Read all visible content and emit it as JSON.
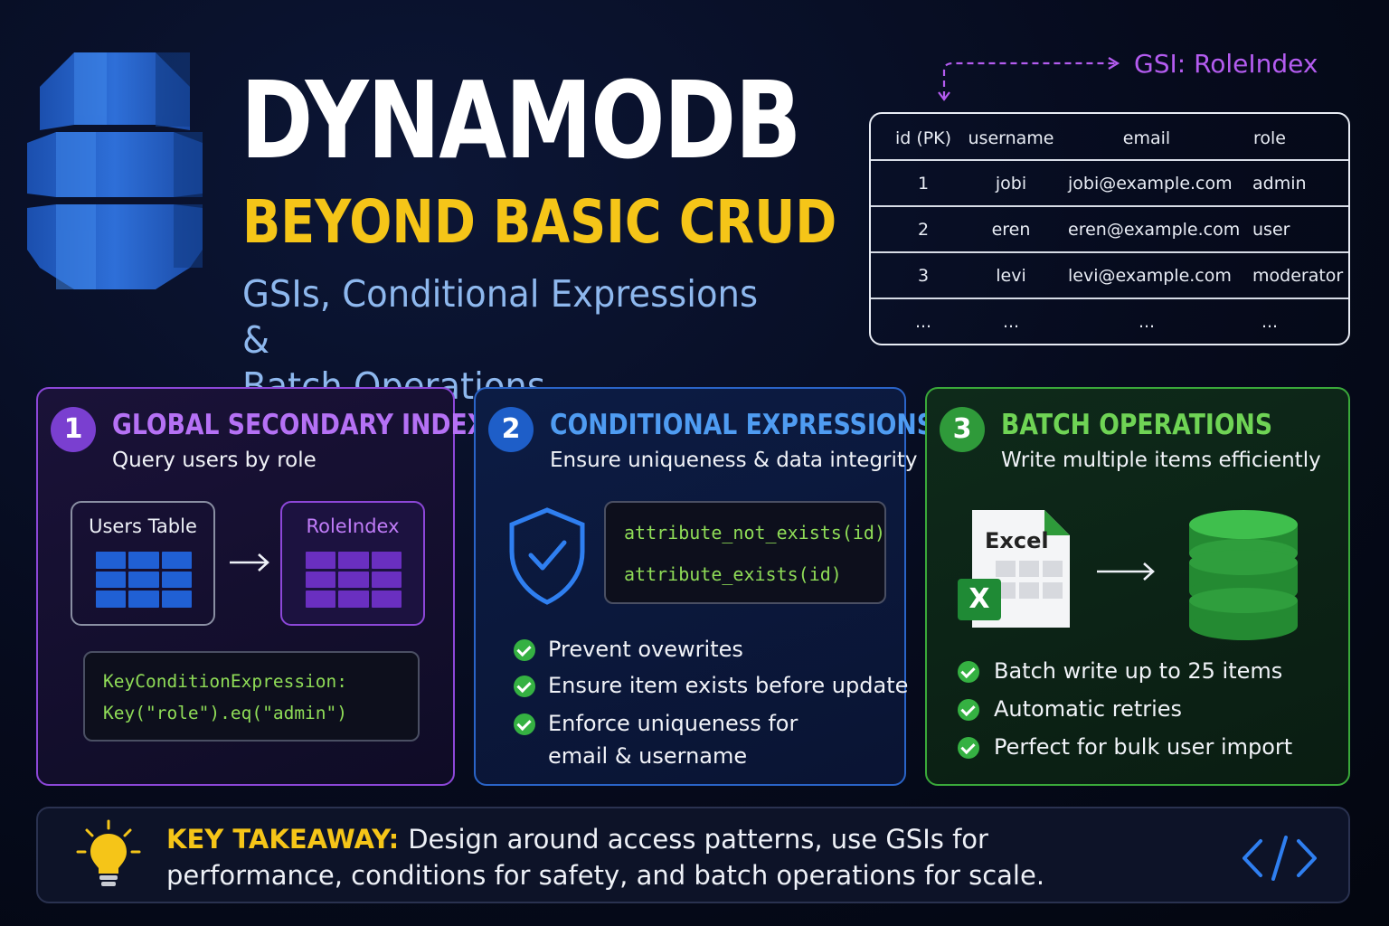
{
  "header": {
    "title": "DYNAMODB",
    "subtitle": "BEYOND BASIC CRUD",
    "tagline_line1": "GSIs, Conditional Expressions &",
    "tagline_line2": "Batch Operations",
    "logo_icon": "dynamodb-logo-icon"
  },
  "gsi_table": {
    "label": "GSI: RoleIndex",
    "headers": [
      "id (PK)",
      "username",
      "email",
      "role"
    ],
    "rows": [
      [
        "1",
        "jobi",
        "jobi@example.com",
        "admin"
      ],
      [
        "2",
        "eren",
        "eren@example.com",
        "user"
      ],
      [
        "3",
        "levi",
        "levi@example.com",
        "moderator"
      ],
      [
        "...",
        "...",
        "...",
        "..."
      ]
    ]
  },
  "panels": {
    "gsi": {
      "number": "1",
      "title": "GLOBAL SECONDARY INDEX",
      "subtitle": "Query users by role",
      "source_label": "Users Table",
      "target_label": "RoleIndex",
      "code_line1": "KeyConditionExpression:",
      "code_line2": "Key(\"role\").eq(\"admin\")",
      "color": "#8c47d8"
    },
    "conditional": {
      "number": "2",
      "title": "CONDITIONAL EXPRESSIONS",
      "subtitle": "Ensure uniqueness & data integrity",
      "code_line1": "attribute_not_exists(id)",
      "code_line2": "attribute_exists(id)",
      "checks": [
        "Prevent ovewrites",
        "Ensure item exists before update",
        "Enforce uniqueness for",
        "email & username"
      ],
      "icon": "shield-check-icon",
      "color": "#2a64c8"
    },
    "batch": {
      "number": "3",
      "title": "BATCH OPERATIONS",
      "subtitle": "Write multiple items efficiently",
      "file_label": "Excel",
      "file_badge": "X",
      "checks": [
        "Batch write up to 25 items",
        "Automatic retries",
        "Perfect for bulk user import"
      ],
      "icon": "database-icon",
      "color": "#3aa93a"
    }
  },
  "footer": {
    "key_label": "KEY TAKEAWAY:",
    "text": "Design around access patterns, use GSIs for performance, conditions for safety, and batch operations for scale.",
    "icons": [
      "lightbulb-icon",
      "code-icon"
    ]
  }
}
